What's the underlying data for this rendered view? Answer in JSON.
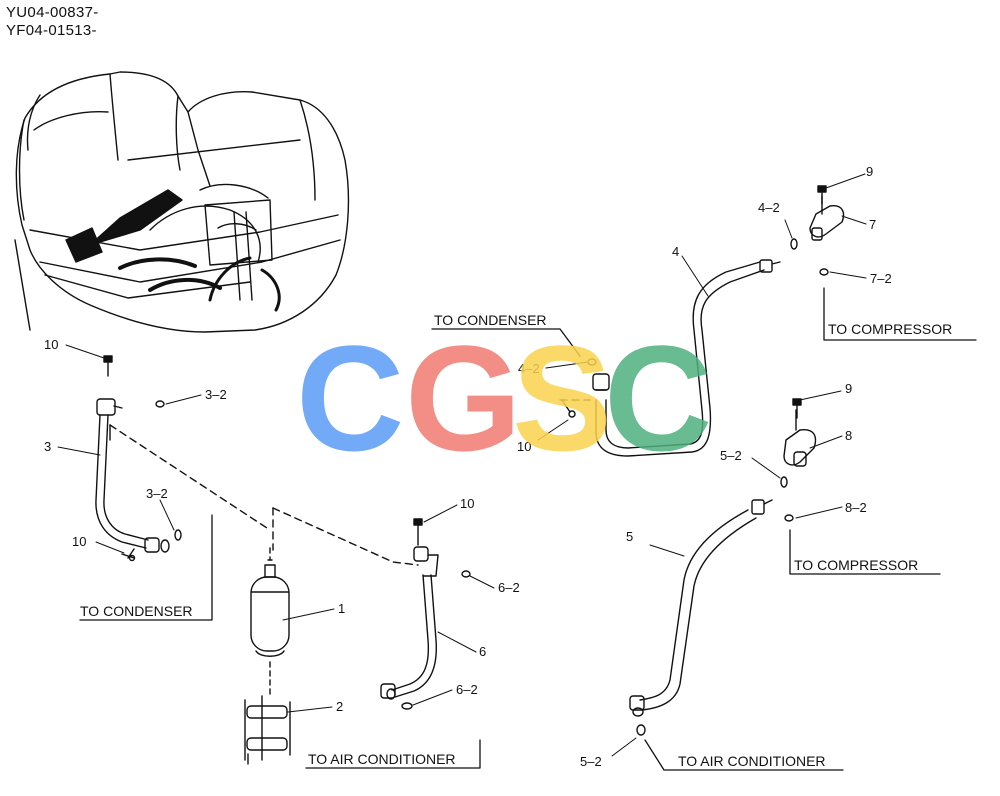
{
  "header": {
    "line1": "YU04-00837-",
    "line2": "YF04-01513-"
  },
  "watermark": {
    "letters": [
      "C",
      "G",
      "S",
      "C"
    ],
    "colors": [
      "#5b9cf6",
      "#f27b73",
      "#fbd34f",
      "#4fb07e"
    ]
  },
  "destinations": {
    "to_condenser_top": "TO CONDENSER",
    "to_compressor_top": "TO COMPRESSOR",
    "to_compressor_mid": "TO COMPRESSOR",
    "to_condenser_left": "TO CONDENSER",
    "to_air_conditioner_center": "TO AIR CONDITIONER",
    "to_air_conditioner_right": "TO AIR CONDITIONER"
  },
  "callouts": {
    "c1": "1",
    "c2": "2",
    "c3": "3",
    "c3_2a": "3–2",
    "c3_2b": "3–2",
    "c10a": "10",
    "c10b": "10",
    "c10c": "10",
    "c10d": "10",
    "c4": "4",
    "c4_2a": "4–2",
    "c4_2b": "4–2",
    "c5": "5",
    "c5_2a": "5–2",
    "c5_2b": "5–2",
    "c6": "6",
    "c6_2a": "6–2",
    "c6_2b": "6–2",
    "c7": "7",
    "c7_2": "7–2",
    "c8": "8",
    "c8_2": "8–2",
    "c9a": "9",
    "c9b": "9"
  }
}
